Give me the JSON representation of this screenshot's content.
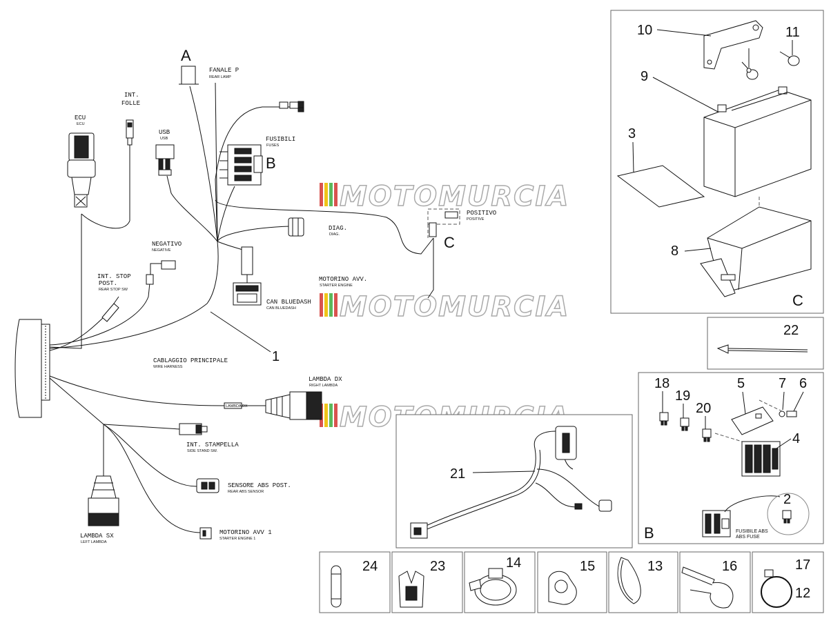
{
  "watermark": "MOTOMURCIA",
  "colors": {
    "line": "#111111",
    "frame": "#666666",
    "watermark_red": "#d9534f",
    "watermark_yellow": "#f0c419",
    "watermark_green": "#5cb85c"
  },
  "callouts": {
    "A": "A",
    "B": "B",
    "C": "C",
    "n1": "1",
    "n2": "2",
    "n3": "3",
    "n4": "4",
    "n5": "5",
    "n6": "6",
    "n7": "7",
    "n8": "8",
    "n9": "9",
    "n10": "10",
    "n11": "11",
    "n12": "12",
    "n13": "13",
    "n14": "14",
    "n15": "15",
    "n16": "16",
    "n17": "17",
    "n18": "18",
    "n19": "19",
    "n20": "20",
    "n21": "21",
    "n22": "22",
    "n23": "23",
    "n24": "24"
  },
  "labels": {
    "fanale": {
      "main": "FANALE P",
      "sub": "REAR LAMP"
    },
    "int_folle": {
      "line1": "INT.",
      "line2": "FOLLE"
    },
    "ecu": {
      "main": "ECU",
      "sub": "ECU"
    },
    "usb": {
      "main": "USB",
      "sub": "USB"
    },
    "fusibili": {
      "main": "FUSIBILI",
      "sub": "FUSES"
    },
    "positivo": {
      "main": "POSITIVO",
      "sub": "POSITIVE"
    },
    "diag": {
      "main": "DIAG.",
      "sub": "DIAG."
    },
    "negativo": {
      "main": "NEGATIVO",
      "sub": "NEGATIVE"
    },
    "int_stop": {
      "line1": "INT. STOP",
      "line2": "POST.",
      "sub": "REAR STOP SW"
    },
    "motorino": {
      "main": "MOTORINO AVV.",
      "sub": "STARTER ENGINE"
    },
    "can": {
      "main": "CAN BLUEDASH",
      "sub": "CAN BLUEDASH"
    },
    "cablaggio": {
      "main": "CABLAGGIO PRINCIPALE",
      "sub": "WIRE HARNESS"
    },
    "lambda_dx": {
      "main": "LAMBDA DX",
      "sub": "RIGHT LAMBDA"
    },
    "int_stampella": {
      "main": "INT. STAMPELLA",
      "sub": "SIDE STAND SW."
    },
    "sensore_abs": {
      "main": "SENSORE ABS POST.",
      "sub": "REAR ABS SENSOR"
    },
    "motorino_1": {
      "main": "MOTORINO AVV 1",
      "sub": "STARTER ENGINE 1"
    },
    "lambda_sx": {
      "main": "LAMBDA SX",
      "sub": "LEFT LAMBDA"
    },
    "fuse_abs": {
      "main": "FUSIBILE ABS",
      "sub": "ABS FUSE"
    },
    "lambda_tag": "LAMBDA DX"
  }
}
